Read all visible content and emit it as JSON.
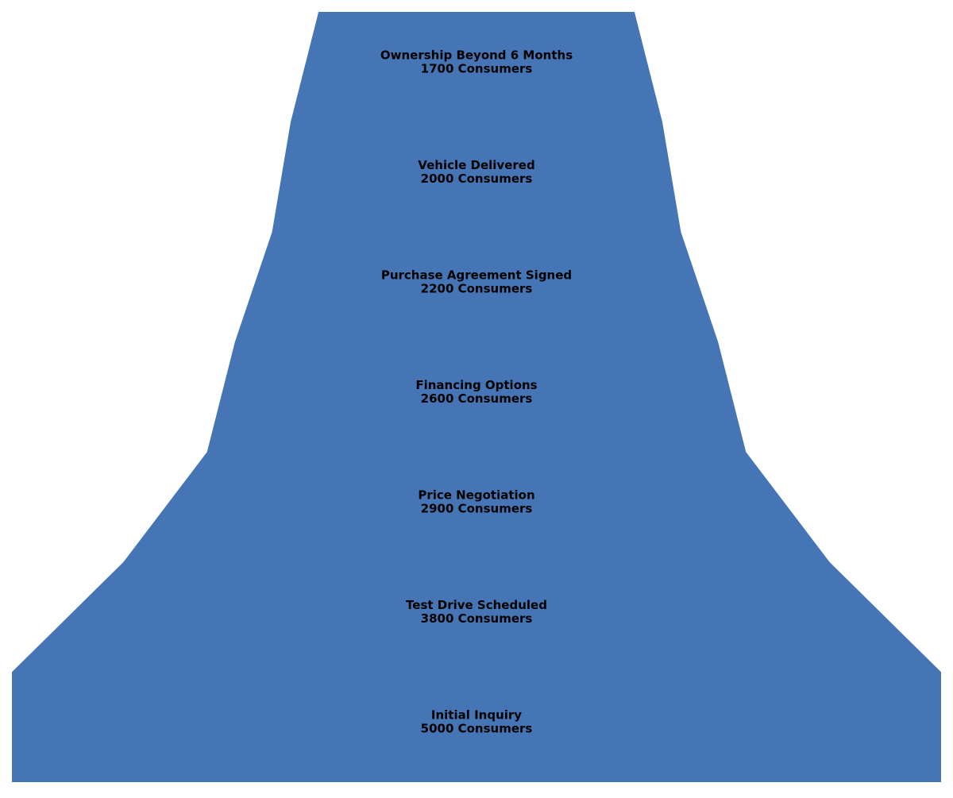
{
  "chart_data": {
    "type": "funnel",
    "title": "",
    "color": "#4575b4",
    "unit_label": "Consumers",
    "stages": [
      {
        "name": "Ownership Beyond 6 Months",
        "value": 1700,
        "value_label": "1700 Consumers"
      },
      {
        "name": "Vehicle Delivered",
        "value": 2000,
        "value_label": "2000 Consumers"
      },
      {
        "name": "Purchase Agreement Signed",
        "value": 2200,
        "value_label": "2200 Consumers"
      },
      {
        "name": "Financing Options",
        "value": 2600,
        "value_label": "2600 Consumers"
      },
      {
        "name": "Price Negotiation",
        "value": 2900,
        "value_label": "2900 Consumers"
      },
      {
        "name": "Test Drive Scheduled",
        "value": 3800,
        "value_label": "3800 Consumers"
      },
      {
        "name": "Initial Inquiry",
        "value": 5000,
        "value_label": "5000 Consumers"
      }
    ]
  }
}
